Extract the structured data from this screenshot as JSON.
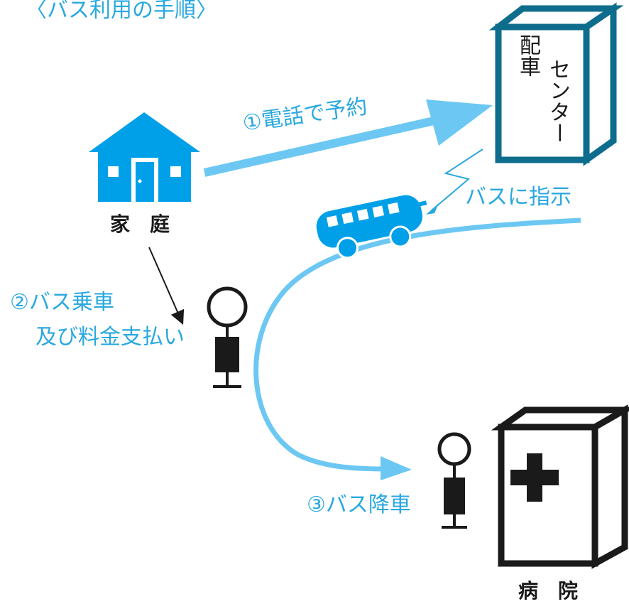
{
  "title": "〈バス利用の手順〉",
  "steps": {
    "step1": "①電話で予約",
    "step2_line1": "②バス乗車",
    "step2_line2": "及び料金支払い",
    "step3": "③バス降車",
    "dispatch": "バスに指示"
  },
  "places": {
    "home": "家　庭",
    "hospital": "病　院",
    "center_line1": "配車",
    "center_line2": "センター"
  },
  "colors": {
    "blue": "#29a8e0",
    "light_blue": "#6cc8f2",
    "dark_teal": "#0e6d8c",
    "black": "#1a1a1a"
  },
  "icons": [
    "house-icon",
    "bus-icon",
    "person-icon",
    "hospital-building-icon",
    "dispatch-center-building-icon",
    "lightning-icon"
  ]
}
